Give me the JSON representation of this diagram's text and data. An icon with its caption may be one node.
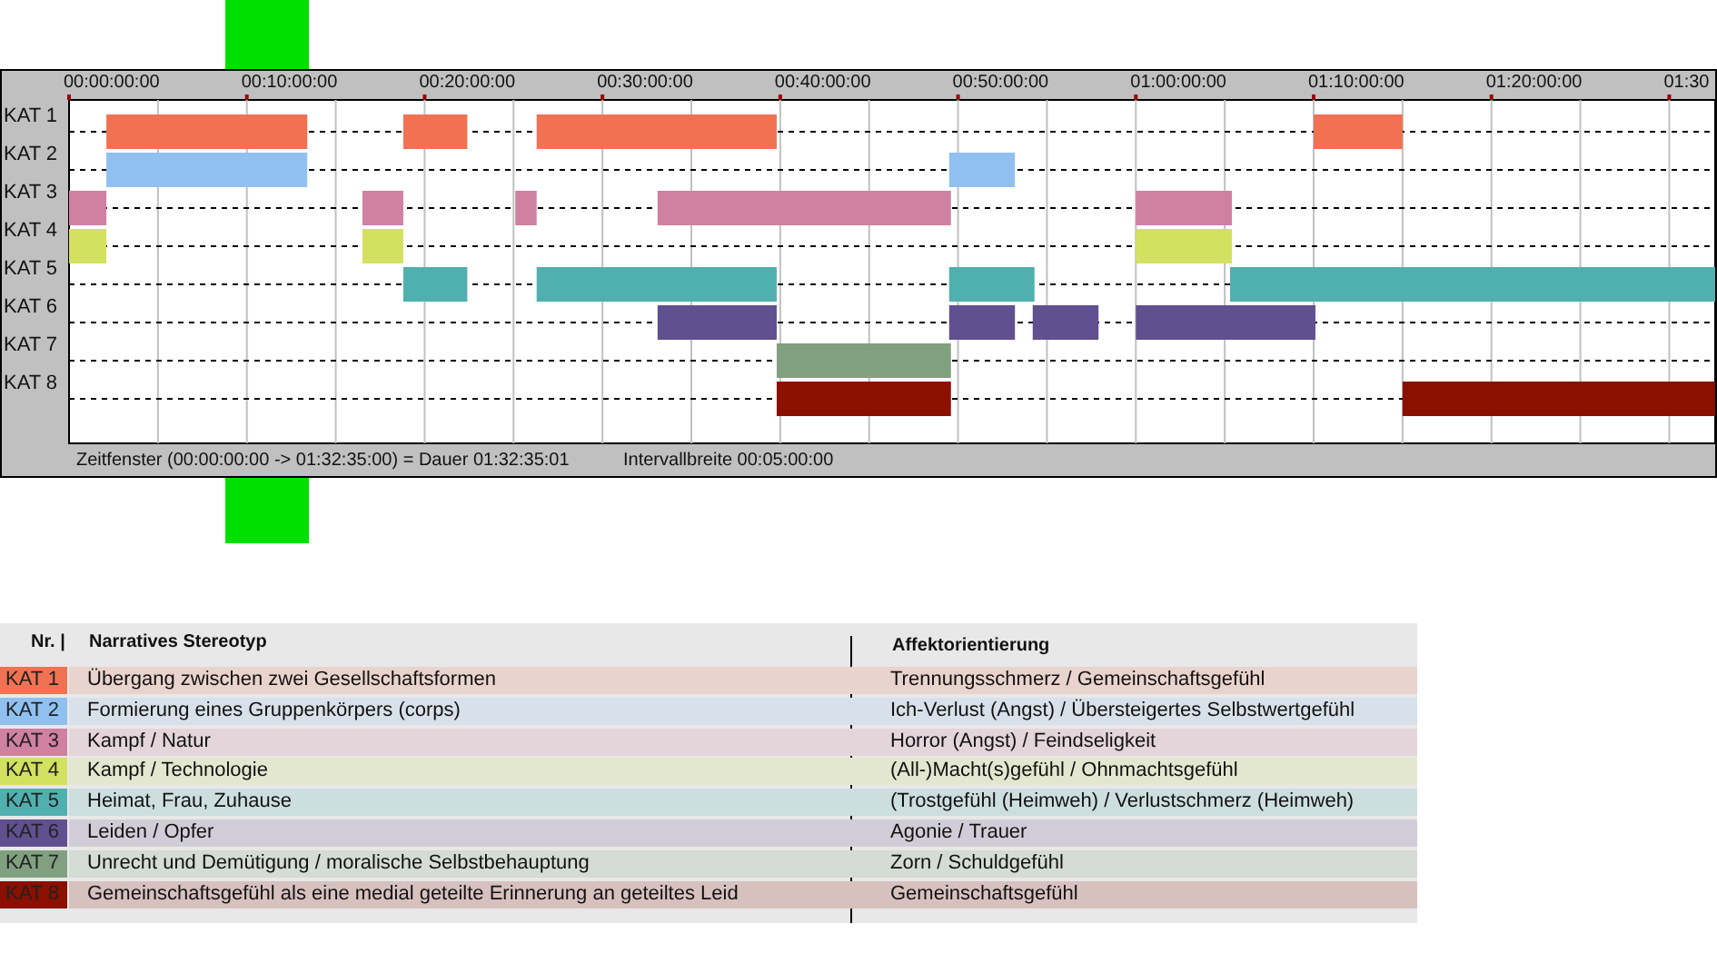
{
  "diagram": {
    "labels": [
      "00:00:00:00",
      "00:10:00:00",
      "00:20:00:00",
      "00:30:00:00",
      "00:40:00:00",
      "00:50:00:00",
      "01:00:00:00",
      "01:10:00:00",
      "01:20:00:00",
      "01:30",
      "KAT 1",
      "KAT 2",
      "KAT 3",
      "KAT 4",
      "KAT 5",
      "KAT 6",
      "KAT 7",
      "KAT 8",
      "Zeitfenster (00:00:00:00 -> 01:32:35:00) = Dauer 01:32:35:01",
      "Intervallbreite 00:05:00:00",
      "Nr. |",
      "Narratives Stereotyp",
      "Affektorientierung",
      "Übergang zwischen zwei Gesellschaftsformen",
      "Trennungsschmerz / Gemeinschaftsgefühl",
      "Formierung eines Gruppenkörpers (corps)",
      "Ich-Verlust (Angst) / Übersteigertes Selbstwertgefühl",
      "Kampf / Natur",
      "Horror (Angst) / Feindseligkeit",
      "Kampf / Technologie",
      "(All-)Macht(s)gefühl / Ohnmachtsgefühl",
      "Heimat, Frau, Zuhause",
      "(Trostgefühl (Heimweh) / Verlustschmerz (Heimweh)",
      "Leiden / Opfer",
      "Agonie / Trauer",
      "Unrecht und Demütigung / moralische Selbstbehauptung",
      "Zorn / Schuldgefühl",
      "Gemeinschaftsgefühl als eine medial geteilte Erinnerung an geteiltes Leid",
      "Gemeinschaftsgefühl"
    ],
    "legend": [
      {
        "text": "KAT 1",
        "color": "#f07252"
      },
      {
        "text": "KAT 2",
        "color": "#90c0f0"
      },
      {
        "text": "KAT 3",
        "color": "#d080a0"
      },
      {
        "text": "KAT 4",
        "color": "#d4e060"
      },
      {
        "text": "KAT 5",
        "color": "#50b0b0"
      },
      {
        "text": "KAT 6",
        "color": "#605090"
      },
      {
        "text": "KAT 7",
        "color": "#80a080"
      },
      {
        "text": "KAT 8",
        "color": "#8b1000"
      }
    ]
  }
}
